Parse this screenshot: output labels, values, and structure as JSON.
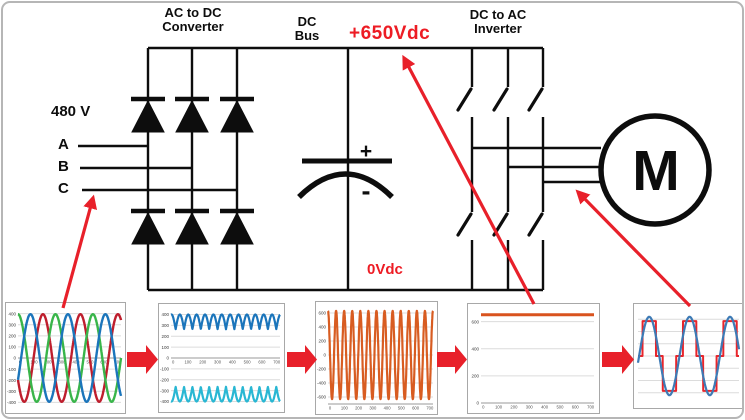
{
  "colors": {
    "circuit_line": "#0d0d0d",
    "annotation_red": "#e8202a",
    "label_red": "#ed1c24",
    "frame_border": "#b6b6b6",
    "chart_border": "#a8a8a8",
    "grid_line": "#dcdcdc"
  },
  "labels": {
    "converter_line1": "AC to DC",
    "converter_line2": "Converter",
    "dc_bus_line1": "DC",
    "dc_bus_line2": "Bus",
    "inverter_line1": "DC to AC",
    "inverter_line2": "Inverter",
    "dc_plus": "+650Vdc",
    "dc_zero": "0Vdc",
    "input_voltage": "480 V",
    "phase_a": "A",
    "phase_b": "B",
    "phase_c": "C",
    "cap_plus": "+",
    "cap_minus": "-",
    "motor": "M"
  },
  "chart_data": [
    {
      "name": "three-phase-ac-input",
      "type": "line",
      "ylim": [
        -460,
        460
      ],
      "yticks": [
        400,
        300,
        200,
        100,
        0,
        -100,
        -200,
        -300,
        -400
      ],
      "xticks": [
        "0",
        "100",
        "200",
        "300",
        "400",
        "500",
        "600",
        "700"
      ],
      "x_axis": "zero",
      "show_ylabels": true,
      "grid": true,
      "legend": "none",
      "margins": {
        "l": 12,
        "r": 4,
        "t": 4,
        "b": 4
      },
      "series": [
        {
          "name": "phase-A",
          "color": "#be1e2d",
          "gen": "sine",
          "amplitude": 395,
          "cycles": 2.75,
          "phase_deg": 210,
          "offset": 0,
          "width": 2.4
        },
        {
          "name": "phase-B",
          "color": "#39b54a",
          "gen": "sine",
          "amplitude": 395,
          "cycles": 2.75,
          "phase_deg": 90,
          "offset": 0,
          "width": 2.4
        },
        {
          "name": "phase-C",
          "color": "#1b75bb",
          "gen": "sine",
          "amplitude": 395,
          "cycles": 2.75,
          "phase_deg": -30,
          "offset": 0,
          "width": 2.4
        }
      ]
    },
    {
      "name": "rectified-positive-negative-buses",
      "type": "line",
      "ylim": [
        -460,
        460
      ],
      "yticks": [
        400,
        300,
        200,
        100,
        0,
        -100,
        -200,
        -300,
        -400
      ],
      "xticks": [
        "0",
        "100",
        "200",
        "300",
        "400",
        "500",
        "600",
        "700"
      ],
      "x_axis": "zero",
      "show_ylabels": true,
      "grid": true,
      "legend": "none",
      "margins": {
        "l": 12,
        "r": 4,
        "t": 4,
        "b": 4
      },
      "series": [
        {
          "name": "positive-bus-ripple",
          "color": "#1b75bb",
          "gen": "abs_sine",
          "base": 265,
          "amplitude": 135,
          "cycles": 6.5,
          "phase_deg": -100,
          "width": 2.2
        },
        {
          "name": "negative-bus-ripple",
          "color": "#29b7d3",
          "gen": "abs_sine",
          "base": -265,
          "amplitude": -135,
          "cycles": 6.5,
          "phase_deg": -100,
          "width": 2.2
        }
      ]
    },
    {
      "name": "rectifier-ripple-output",
      "type": "line",
      "ylim": [
        -700,
        700
      ],
      "yticks": [
        600,
        400,
        200,
        0,
        -200,
        -400,
        -600
      ],
      "xticks": [
        "0",
        "100",
        "200",
        "300",
        "400",
        "500",
        "600",
        "700"
      ],
      "x_axis": "bottom",
      "show_ylabels": true,
      "grid": true,
      "legend": "none",
      "margins": {
        "l": 12,
        "r": 4,
        "t": 4,
        "b": 10
      },
      "series": [
        {
          "name": "ripple",
          "color": "#d85c21",
          "gen": "sine",
          "amplitude": 630,
          "cycles": 13,
          "phase_deg": 90,
          "offset": 0,
          "width": 2.2
        }
      ]
    },
    {
      "name": "filtered-dc-bus-voltage",
      "type": "line",
      "ylim": [
        0,
        700
      ],
      "yticks": [
        600,
        400,
        200,
        0
      ],
      "xticks": [
        "0",
        "100",
        "200",
        "300",
        "400",
        "500",
        "600",
        "700"
      ],
      "x_axis": "bottom",
      "show_ylabels": true,
      "grid": true,
      "legend": "none",
      "margins": {
        "l": 13,
        "r": 5,
        "t": 4,
        "b": 10
      },
      "series": [
        {
          "name": "dc-bus-650V",
          "color": "#d9531e",
          "gen": "flat",
          "value": 650,
          "width": 3
        }
      ]
    },
    {
      "name": "inverter-output-to-motor",
      "type": "line",
      "ylim": [
        -400,
        400
      ],
      "yticks": [
        300,
        200,
        100,
        0,
        -100,
        -200,
        -300
      ],
      "xticks": [],
      "x_axis": "none",
      "show_ylabels": false,
      "grid": true,
      "legend": "none",
      "margins": {
        "l": 4,
        "r": 3,
        "t": 3,
        "b": 3
      },
      "series": [
        {
          "name": "stepped-pwm-voltage",
          "color": "#e8252b",
          "gen": "step3",
          "amplitude": 285,
          "cycles": 2.5,
          "phase_deg": -10,
          "width": 2
        },
        {
          "name": "motor-sine-current",
          "color": "#3d7ab5",
          "gen": "sine",
          "amplitude": 320,
          "cycles": 2.5,
          "phase_deg": -10,
          "offset": 0,
          "width": 2.2
        }
      ]
    }
  ]
}
